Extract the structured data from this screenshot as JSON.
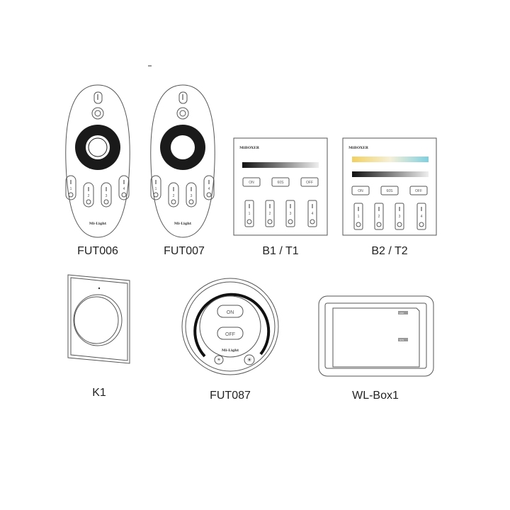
{
  "products": [
    {
      "name": "FUT006",
      "brand": "Mi-Light",
      "buttons": [
        "1",
        "2",
        "3",
        "4"
      ]
    },
    {
      "name": "FUT007",
      "brand": "Mi-Light",
      "buttons": [
        "1",
        "2",
        "3",
        "4"
      ]
    },
    {
      "name": "B1 / T1",
      "brand": "MiBOXER",
      "buttons": [
        "ON",
        "60S",
        "OFF"
      ],
      "zones": [
        "1",
        "2",
        "3",
        "4"
      ]
    },
    {
      "name": "B2 / T2",
      "brand": "MiBOXER",
      "buttons": [
        "ON",
        "60S",
        "OFF"
      ],
      "zones": [
        "1",
        "2",
        "3",
        "4"
      ]
    },
    {
      "name": "K1"
    },
    {
      "name": "FUT087",
      "brand": "Mi-Light",
      "buttons": [
        "ON",
        "OFF"
      ]
    },
    {
      "name": "WL-Box1",
      "switches": [
        "LINK",
        "SYS"
      ]
    }
  ],
  "colors": {
    "warm": "#f2d060",
    "cool": "#7fd0e0",
    "outline": "#555555"
  }
}
